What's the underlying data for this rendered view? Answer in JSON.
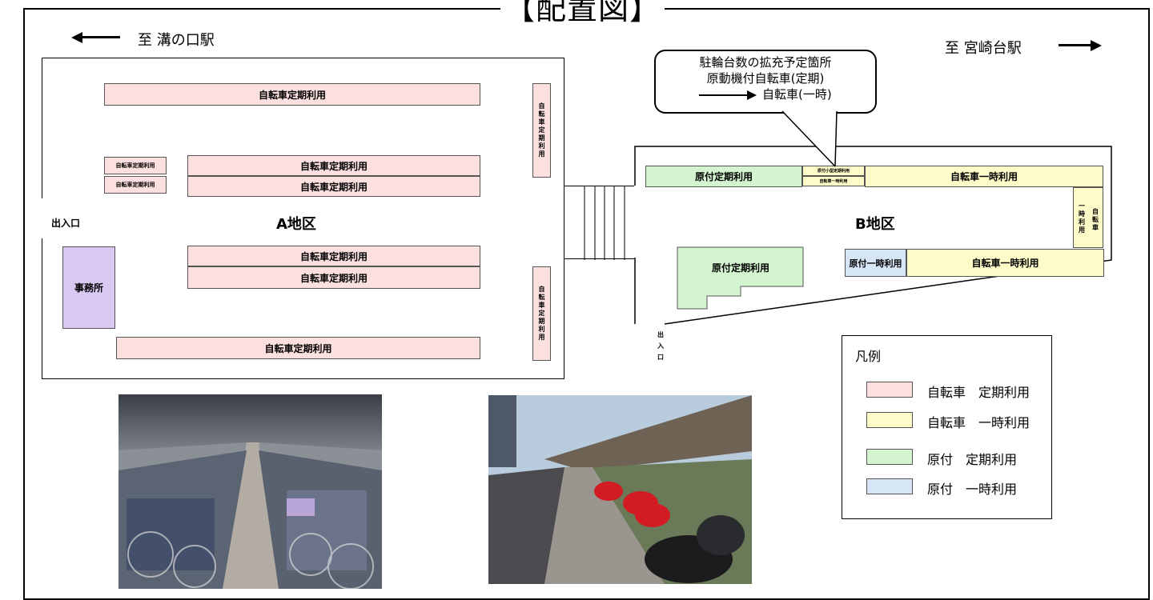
{
  "title": "【配置図】",
  "directions": {
    "left": "至 溝の口駅",
    "right": "至 宮崎台駅"
  },
  "callout": {
    "line1": "駐輪台数の拡充予定箇所",
    "line2": "原動機付自転車(定期)",
    "line3": "自転車(一時)"
  },
  "area_a": {
    "name": "A地区",
    "entrance": "出入口",
    "office": "事務所",
    "bike_regular": "自転車定期利用"
  },
  "area_b": {
    "name": "B地区",
    "entrance_v": "出入口",
    "moped_regular": "原付定期利用",
    "moped_temporary": "原付一時利用",
    "bike_temporary": "自転車一時利用",
    "small_top": "原付小型定期利用",
    "small_bottom": "自転車一時利用",
    "vert_temp": "一時利用",
    "vert_bike": "自転車"
  },
  "legend": {
    "title": "凡例",
    "items": [
      {
        "label": "自転車　定期利用",
        "color": "#fbe0df"
      },
      {
        "label": "自転車　一時利用",
        "color": "#fdfbc8"
      },
      {
        "label": "原付　定期利用",
        "color": "#d3f4cf"
      },
      {
        "label": "原付　一時利用",
        "color": "#d6e6f6"
      }
    ]
  },
  "colors": {
    "bike_regular": "#fbe0df",
    "bike_temporary": "#fdfbc8",
    "moped_regular": "#d3f4cf",
    "moped_temporary": "#d6e6f6",
    "office": "#d8c8f2"
  }
}
